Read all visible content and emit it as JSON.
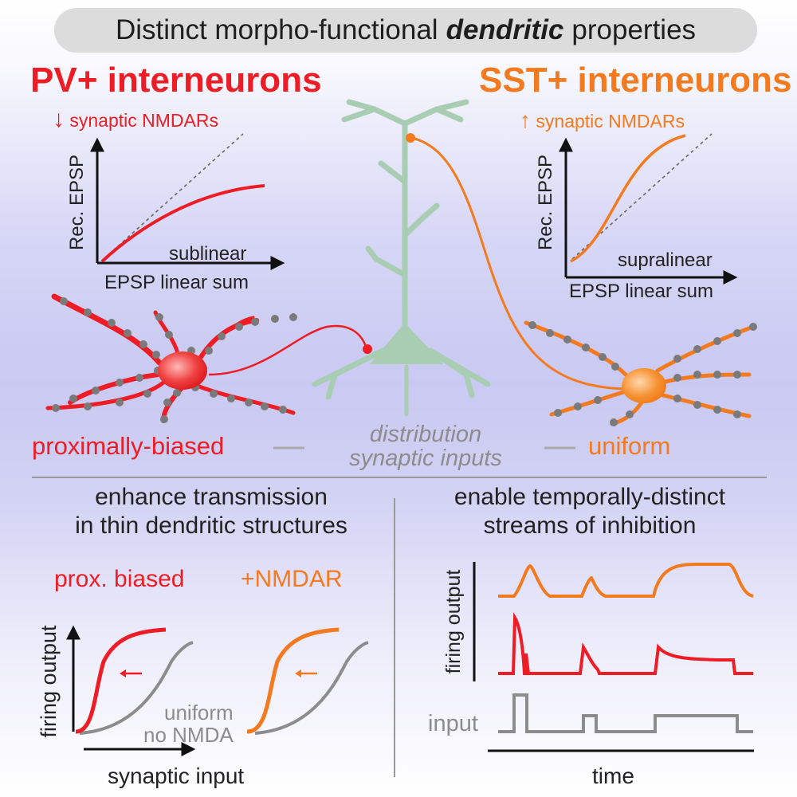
{
  "title": {
    "prefix": "Distinct morpho-functional",
    "emphasis": "dendritic",
    "suffix": "properties"
  },
  "pv": {
    "heading": "PV+ interneurons",
    "nmdar_arrow": "↓",
    "nmdar_label": "synaptic NMDARs",
    "y_axis_label": "Rec. EPSP",
    "x_axis_label": "EPSP linear sum",
    "curve_label": "sublinear",
    "distribution": "proximally-biased"
  },
  "sst": {
    "heading": "SST+ interneurons",
    "nmdar_arrow": "↑",
    "nmdar_label": "synaptic NMDARs",
    "y_axis_label": "Rec. EPSP",
    "x_axis_label": "EPSP linear sum",
    "curve_label": "supralinear",
    "distribution": "uniform"
  },
  "distribution_label": {
    "line1": "distribution",
    "line2": "synaptic inputs"
  },
  "left_panel": {
    "heading_line1": "enhance transmission",
    "heading_line2": "in thin dendritic structures",
    "label_prox": "prox. biased",
    "label_nmdar": "+NMDAR",
    "gray_label_line1": "uniform",
    "gray_label_line2": "no NMDA",
    "y_axis_label": "firing output",
    "x_axis_label": "synaptic input"
  },
  "right_panel": {
    "heading_line1": "enable temporally-distinct",
    "heading_line2": "streams of inhibition",
    "y_axis_label": "firing output",
    "input_label": "input",
    "x_axis_label": "time"
  },
  "colors": {
    "pv_red": "#ee1c24",
    "sst_orange": "#f47a20",
    "pyramidal_green": "#a9cdb3",
    "gray": "#8c8c8c",
    "synapse_gray": "#7a7a7a"
  },
  "icons": {
    "pv_cell": "pv-interneuron-icon",
    "sst_cell": "sst-interneuron-icon",
    "pyramidal": "pyramidal-neuron-icon"
  }
}
